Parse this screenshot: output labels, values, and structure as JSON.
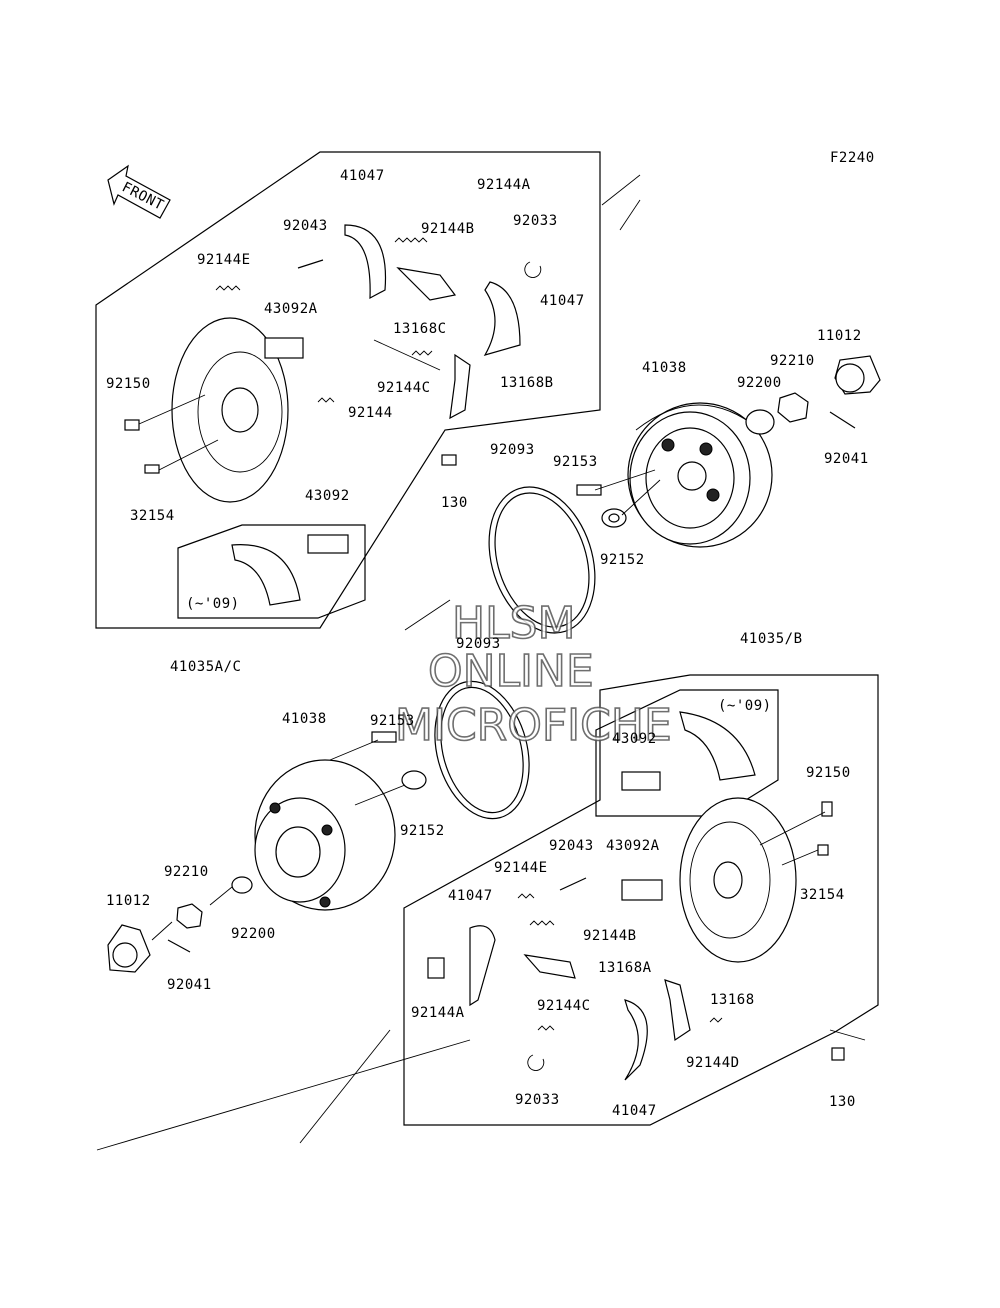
{
  "figure_code": "F2240",
  "front_label": "FRONT",
  "watermark": {
    "line1": "HLSM",
    "line2": "ONLINE",
    "line3": "MICROFICHE"
  },
  "labels": {
    "l0": "41047",
    "l1": "92144A",
    "l2": "92043",
    "l3": "92144B",
    "l4": "92033",
    "l5": "92144E",
    "l6": "43092A",
    "l7": "41047",
    "l8": "13168C",
    "l9": "11012",
    "l10": "41038",
    "l11": "92210",
    "l12": "92200",
    "l13": "92150",
    "l14": "92144C",
    "l15": "13168B",
    "l16": "92144",
    "l17": "92093",
    "l18": "92153",
    "l19": "92041",
    "l20": "43092",
    "l21": "130",
    "l22": "32154",
    "l23": "92152",
    "l24": "(~'09)",
    "l25": "92093",
    "l26": "41035/B",
    "l27": "41035A/C",
    "l28": "(~'09)",
    "l29": "41038",
    "l30": "92153",
    "l31": "43092",
    "l32": "92150",
    "l33": "92152",
    "l34": "92043",
    "l35": "43092A",
    "l36": "92144E",
    "l37": "92210",
    "l38": "41047",
    "l39": "32154",
    "l40": "11012",
    "l41": "92144B",
    "l42": "92200",
    "l43": "13168A",
    "l44": "92041",
    "l45": "13168",
    "l46": "92144C",
    "l47": "92144A",
    "l48": "92144D",
    "l49": "92033",
    "l50": "130",
    "l51": "41047"
  }
}
